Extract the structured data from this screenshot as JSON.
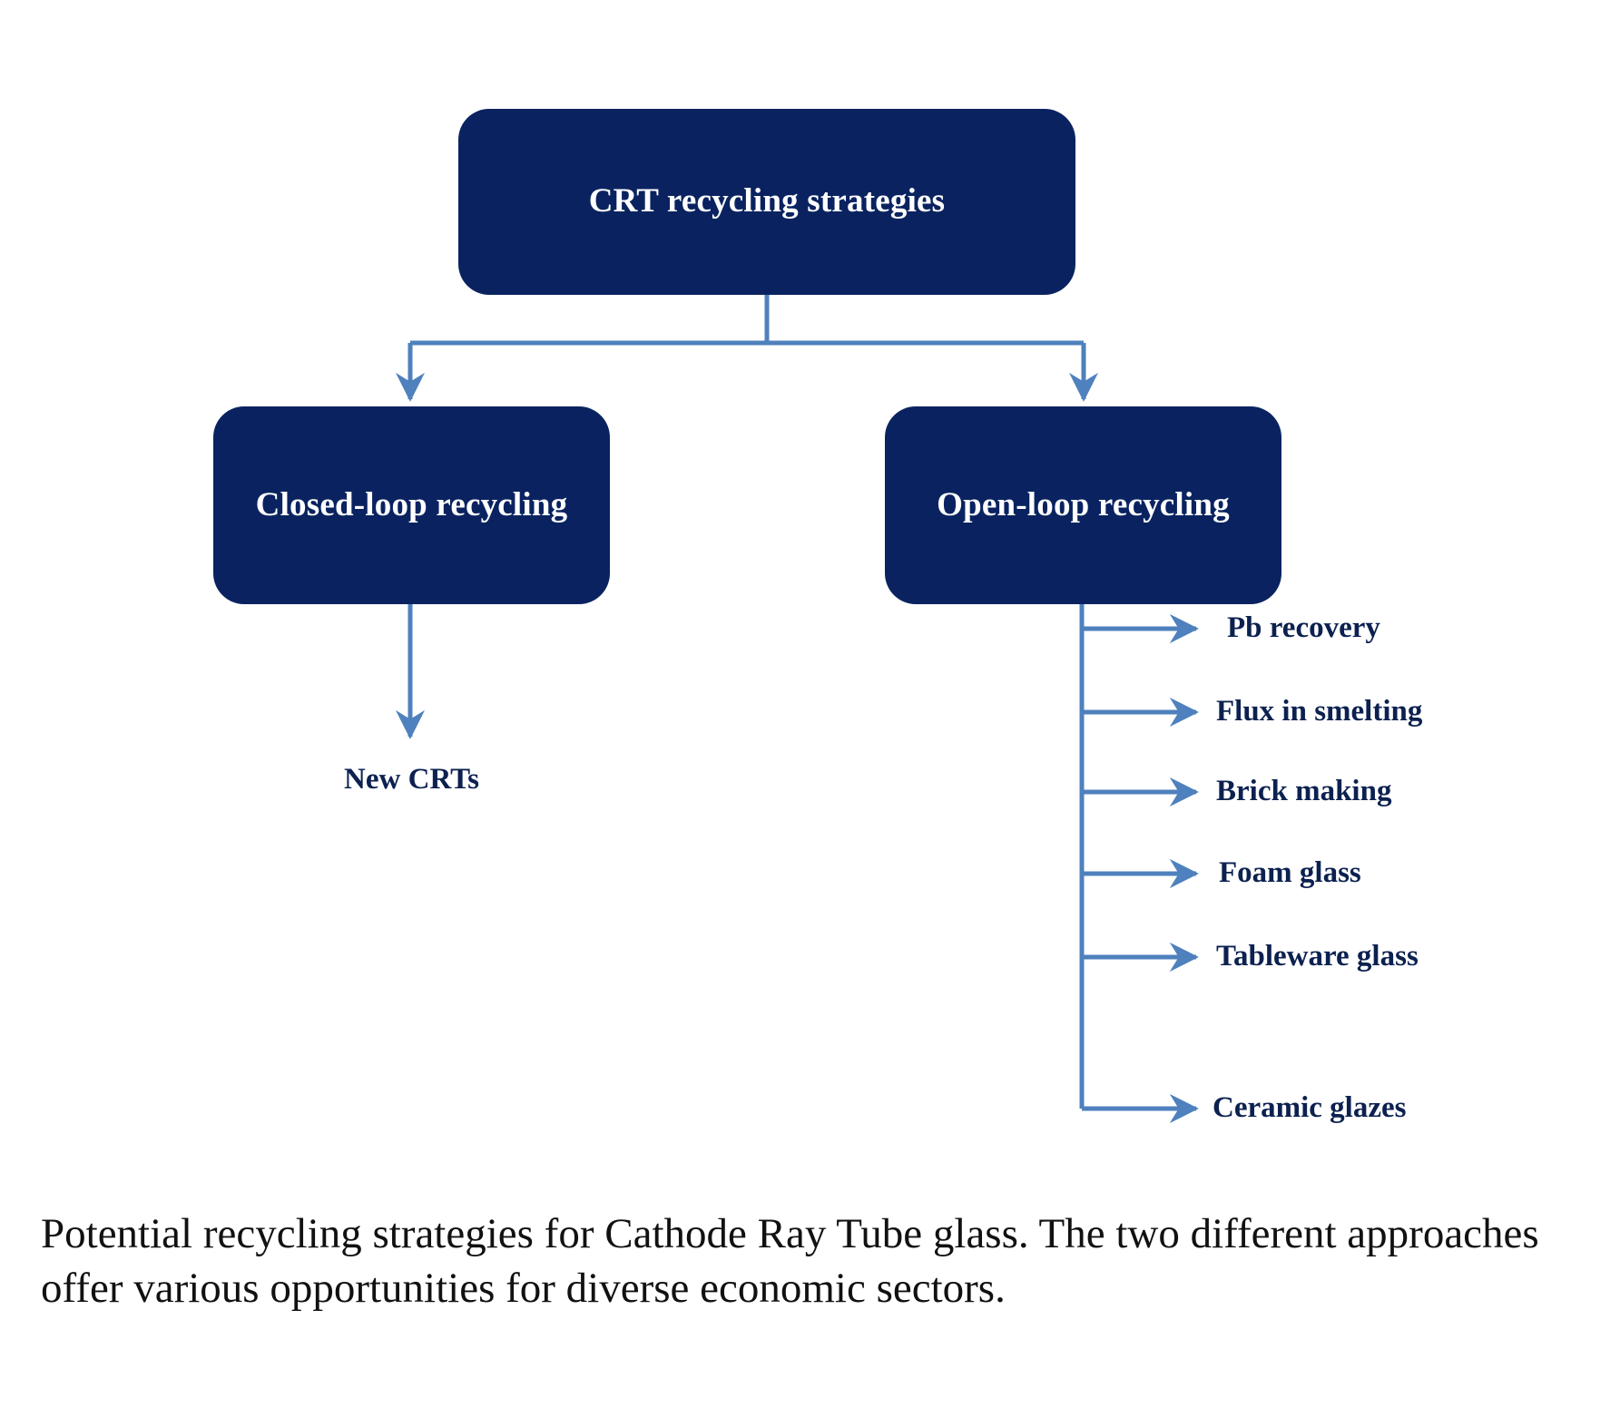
{
  "figure": {
    "title": "CRT recycling strategies diagram",
    "caption": "Potential recycling strategies for Cathode Ray Tube glass. The two different approaches offer various opportunities for diverse economic sectors."
  },
  "colors": {
    "node_fill": "#0A2360",
    "node_text": "#FFFFFF",
    "connector": "#4E81BD",
    "leaf_text": "#0C2150",
    "caption_text": "#111111",
    "background": "#FFFFFF"
  },
  "chart_data": {
    "type": "diagram",
    "title": "CRT recycling strategies",
    "root": {
      "label": "CRT recycling strategies"
    },
    "branches": [
      {
        "label": "Closed-loop recycling",
        "outputs": [
          "New CRTs"
        ]
      },
      {
        "label": "Open-loop recycling",
        "outputs": [
          "Pb recovery",
          "Flux in smelting",
          "Brick making",
          "Foam glass",
          "Tableware glass",
          "Ceramic glazes"
        ]
      }
    ]
  },
  "nodes": {
    "root_label": "CRT recycling strategies",
    "closed_loop_label": "Closed-loop recycling",
    "open_loop_label": "Open-loop recycling",
    "new_crts_label": "New CRTs"
  },
  "open_loop_outputs": [
    {
      "label": "Pb recovery"
    },
    {
      "label": "Flux in smelting"
    },
    {
      "label": "Brick making"
    },
    {
      "label": "Foam glass"
    },
    {
      "label": "Tableware glass"
    },
    {
      "label": "Ceramic glazes"
    }
  ]
}
